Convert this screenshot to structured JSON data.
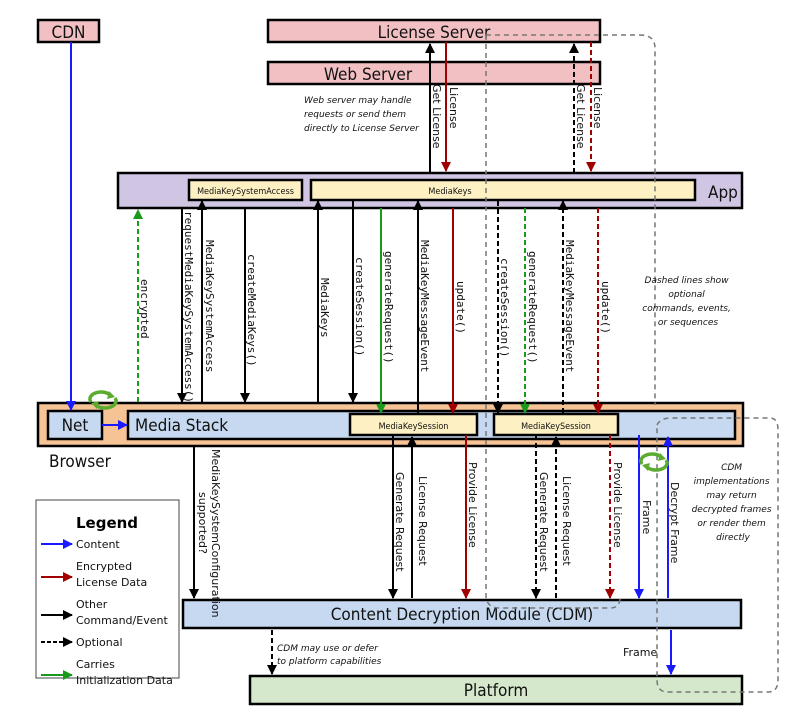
{
  "colors": {
    "content": "#1a1aff",
    "encrypted": "#a00000",
    "other": "#000000",
    "init": "#1a9a1a",
    "server_fill": "#f2c0c2",
    "app_fill": "#d0c6e4",
    "inner_fill": "#fdf0c2",
    "browser_fill": "#f6c395",
    "stack_fill": "#c6d9f0",
    "platform_fill": "#d6e8cc",
    "dashed_grey": "#777777"
  },
  "boxes": {
    "cdn": "CDN",
    "license_server": "License Server",
    "web_server": "Web Server",
    "app": "App",
    "mksa": "MediaKeySystemAccess",
    "mediakeys": "MediaKeys",
    "net": "Net",
    "media_stack": "Media Stack",
    "mks1": "MediaKeySession",
    "mks2": "MediaKeySession",
    "browser": "Browser",
    "cdm": "Content Decryption Module (CDM)",
    "platform": "Platform"
  },
  "notes": {
    "web_server": [
      "Web server may handle",
      "requests or send them",
      "directly to License Server"
    ],
    "dashed": [
      "Dashed lines show",
      "optional",
      "commands, events,",
      "or sequences"
    ],
    "cdm_impl": [
      "CDM",
      "implementations",
      "may return",
      "decrypted frames",
      "or render them",
      "directly"
    ],
    "cdm_platform": [
      "CDM may use or defer",
      "to platform capabilities"
    ]
  },
  "arrows": {
    "get_license": "Get License",
    "license": "License",
    "encrypted": "encrypted",
    "request_mksa": "requestMediaKeySystemAccess()",
    "mksa": "MediaKeySystemAccess",
    "create_mediakeys": "createMediaKeys()",
    "mediakeys": "MediaKeys",
    "create_session": "createSession()",
    "generate_request": "generateRequest()",
    "mk_message_event": "MediaKeyMessageEvent",
    "update": "update()",
    "mksc_supported_1": "MediaKeySystemConfiguration",
    "mksc_supported_2": "supported?",
    "generate_request_cdm": "Generate Request",
    "license_request": "License Request",
    "provide_license": "Provide License",
    "frame": "Frame",
    "decrypt_frame": "Decrypt Frame"
  },
  "legend": {
    "title": "Legend",
    "items": [
      {
        "lines": [
          "Content"
        ],
        "color": "#1a1aff",
        "dashed": false
      },
      {
        "lines": [
          "Encrypted",
          "License Data"
        ],
        "color": "#a00000",
        "dashed": false
      },
      {
        "lines": [
          "Other",
          "Command/Event"
        ],
        "color": "#000000",
        "dashed": false
      },
      {
        "lines": [
          "Optional"
        ],
        "color": "#000000",
        "dashed": true
      },
      {
        "lines": [
          "Carries",
          "Initialization Data"
        ],
        "color": "#1a9a1a",
        "dashed": false
      }
    ]
  }
}
